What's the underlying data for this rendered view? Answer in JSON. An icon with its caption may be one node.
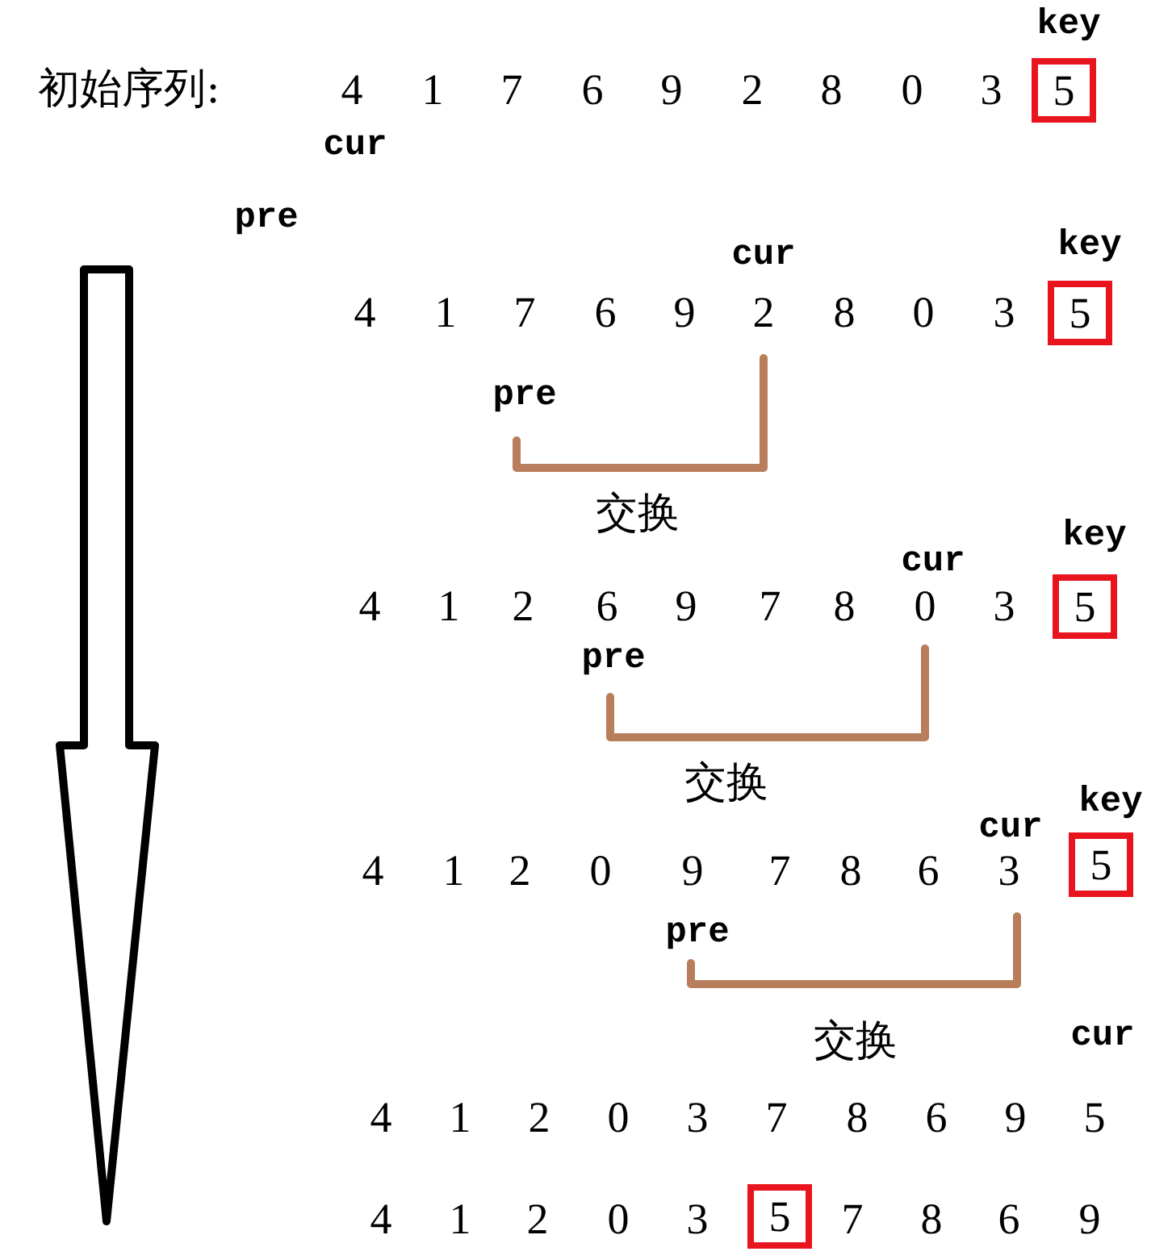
{
  "diagram": {
    "nodes": [
      {
        "text": [
          "5"
        ]
      },
      {
        "text": [
          "5"
        ]
      },
      {
        "text": [
          "5"
        ]
      },
      {
        "text": [
          "5"
        ]
      },
      {
        "text": [
          "5"
        ]
      }
    ],
    "edges": [],
    "labels": [
      "key",
      "初始序列:",
      "4",
      "1",
      "7",
      "6",
      "9",
      "2",
      "8",
      "0",
      "3",
      "cur",
      "pre",
      "cur",
      "key",
      "4",
      "1",
      "7",
      "6",
      "9",
      "2",
      "8",
      "0",
      "3",
      "pre",
      "交换",
      "key",
      "cur",
      "4",
      "1",
      "2",
      "6",
      "9",
      "7",
      "8",
      "0",
      "3",
      "pre",
      "交换",
      "key",
      "cur",
      "4",
      "1",
      "2",
      "0",
      "9",
      "7",
      "8",
      "6",
      "3",
      "pre",
      "交换",
      "cur",
      "4",
      "1",
      "2",
      "0",
      "3",
      "7",
      "8",
      "6",
      "9",
      "5",
      "4",
      "1",
      "2",
      "0",
      "3",
      "7",
      "8",
      "6",
      "9"
    ]
  }
}
